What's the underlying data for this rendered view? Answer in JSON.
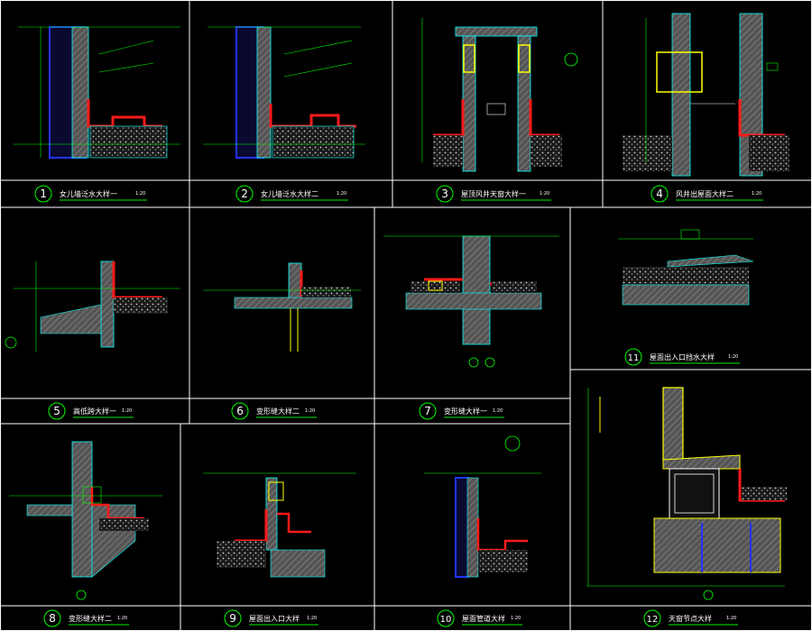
{
  "colors": {
    "background": "#000000",
    "frame": "#ffffff",
    "wall_fill": "#6e6e6e",
    "hatch_stroke": "#9a9a9a",
    "membrane": "#ff1a1a",
    "dimension": "#00ff00",
    "structure_outline": "#00ffff",
    "blue": "#2233ff",
    "yellow": "#ffff00",
    "underline": "#00c000"
  },
  "details": [
    {
      "number": "1",
      "title": "女儿墙泛水大样一",
      "scale": "1:20"
    },
    {
      "number": "2",
      "title": "女儿墙泛水大样二",
      "scale": "1:20"
    },
    {
      "number": "3",
      "title": "屋顶风井天窗大样一",
      "scale": "1:20"
    },
    {
      "number": "4",
      "title": "风井出屋面大样二",
      "scale": "1:20"
    },
    {
      "number": "5",
      "title": "高低跨大样一",
      "scale": "1:20"
    },
    {
      "number": "6",
      "title": "变形缝大样二",
      "scale": "1:20"
    },
    {
      "number": "7",
      "title": "变形缝大样一",
      "scale": "1:20"
    },
    {
      "number": "8",
      "title": "变形缝大样二",
      "scale": "1:20"
    },
    {
      "number": "9",
      "title": "屋面出入口大样",
      "scale": "1:20"
    },
    {
      "number": "10",
      "title": "屋面管道大样",
      "scale": "1:20"
    },
    {
      "number": "11",
      "title": "屋面出入口挡水大样",
      "scale": "1:20"
    },
    {
      "number": "12",
      "title": "天窗节点大样",
      "scale": "1:20"
    }
  ]
}
